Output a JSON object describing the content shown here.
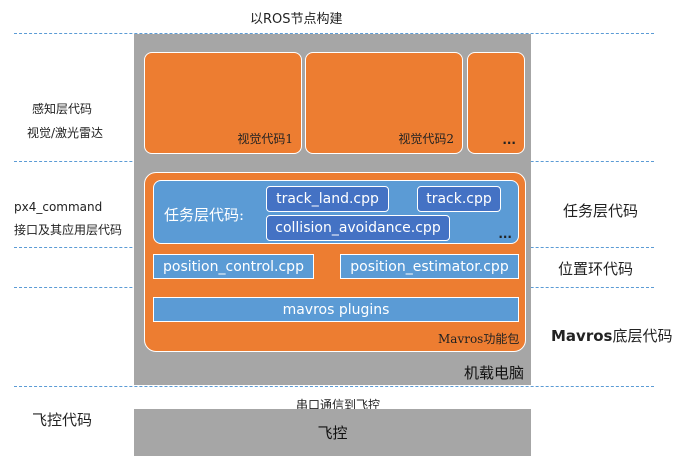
{
  "title": "以ROS节点构建",
  "left_labels": {
    "perception_line1": "感知层代码",
    "perception_line2": "视觉/激光雷达",
    "px4_line1": "px4_command",
    "px4_line2": "接口及其应用层代码",
    "flight": "飞控代码"
  },
  "perception": {
    "box1": "视觉代码1",
    "box2": "视觉代码2",
    "box3": "..."
  },
  "task": {
    "label": "任务层代码:",
    "files": [
      "track_land.cpp",
      "track.cpp",
      "collision_avoidance.cpp"
    ],
    "more": "..."
  },
  "position": {
    "control": "position_control.cpp",
    "estimator": "position_estimator.cpp"
  },
  "mavros": {
    "plugins": "mavros plugins",
    "package": "Mavros功能包"
  },
  "right_labels": {
    "task": "任务层代码",
    "position": "位置环代码",
    "mavros_bold": "Mavros",
    "mavros_rest": "底层代码"
  },
  "onboard": "机载电脑",
  "serial": "串口通信到飞控",
  "flight_controller": "飞控"
}
